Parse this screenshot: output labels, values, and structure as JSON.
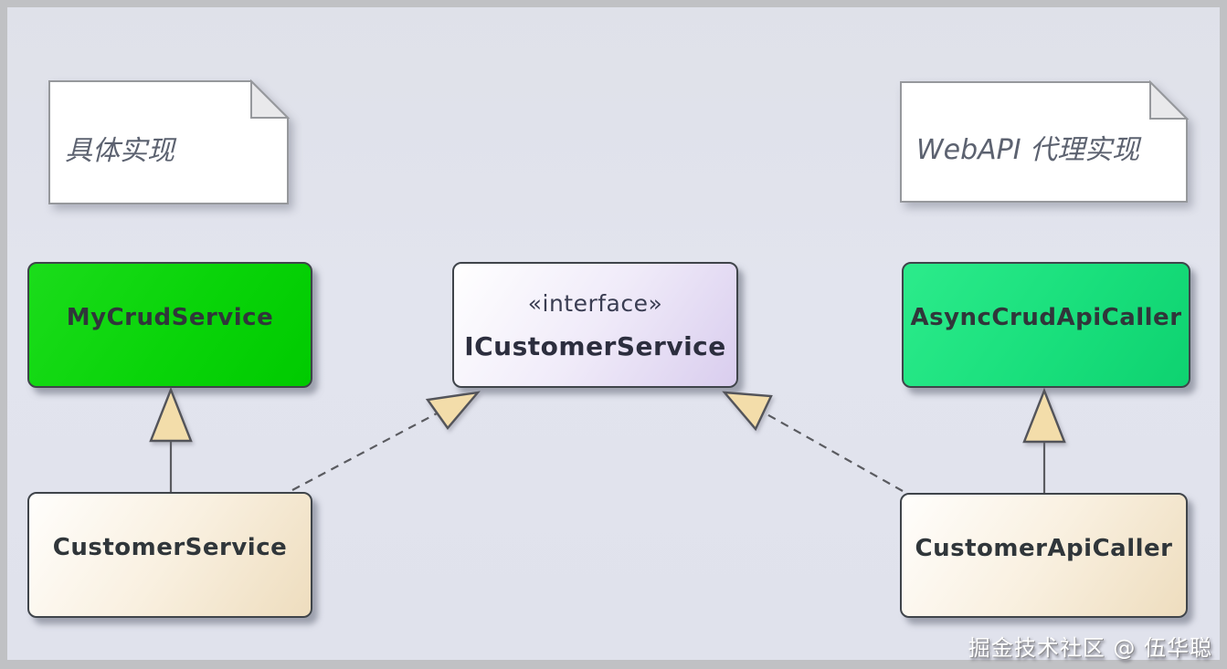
{
  "diagram": {
    "type": "uml-class-diagram",
    "notes": [
      {
        "id": "note-left",
        "text": "具体实现"
      },
      {
        "id": "note-right",
        "text": "WebAPI 代理实现"
      }
    ],
    "classes": [
      {
        "id": "mycrudservice",
        "name": "MyCrudService",
        "kind": "class",
        "fill": "#0ad40a"
      },
      {
        "id": "icustomerservice",
        "name": "ICustomerService",
        "kind": "interface",
        "stereotype": "«interface»",
        "fill": "#e3d9f2"
      },
      {
        "id": "asynccrudapicaller",
        "name": "AsyncCrudApiCaller",
        "kind": "class",
        "fill": "#19df7c"
      },
      {
        "id": "customerservice",
        "name": "CustomerService",
        "kind": "class",
        "fill": "#f3e6cc"
      },
      {
        "id": "customerapicaller",
        "name": "CustomerApiCaller",
        "kind": "class",
        "fill": "#f3e6cc"
      }
    ],
    "relationships": [
      {
        "type": "generalization",
        "from": "CustomerService",
        "to": "MyCrudService",
        "line": "solid"
      },
      {
        "type": "realization",
        "from": "CustomerService",
        "to": "ICustomerService",
        "line": "dashed"
      },
      {
        "type": "realization",
        "from": "CustomerApiCaller",
        "to": "ICustomerService",
        "line": "dashed"
      },
      {
        "type": "generalization",
        "from": "CustomerApiCaller",
        "to": "AsyncCrudApiCaller",
        "line": "solid"
      }
    ],
    "colors": {
      "background": "#e1e3ec",
      "frame": "#c0c1c4",
      "arrowhead_fill": "#f3ddaa",
      "line": "#5a5b60",
      "box_border": "#3f444a"
    },
    "watermark": "掘金技术社区 @ 伍华聪"
  }
}
